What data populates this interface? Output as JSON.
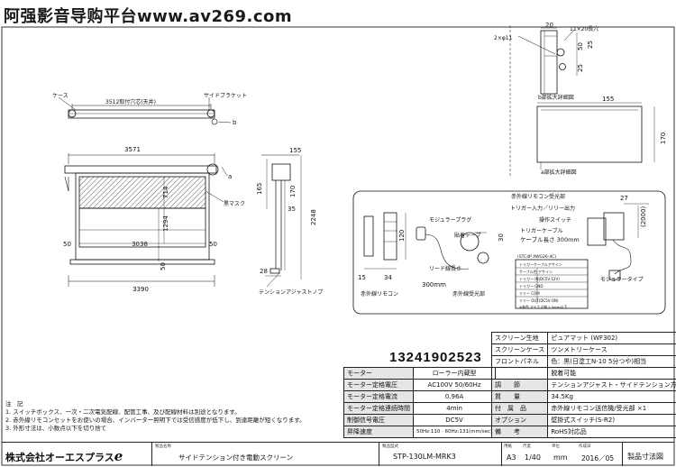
{
  "watermark": "阿强影音导购平台www.av269.com",
  "phone": "13241902523",
  "views": {
    "front": {
      "case_label": "ケース",
      "bracket_label": "サイドブラケット",
      "mount_dim": "3512取付穴芯(天井)",
      "label_a": "a",
      "label_b": "b",
      "width_total": "3571",
      "mask_label": "黒マスク",
      "dim_50_left": "50",
      "dim_50_right": "50",
      "dim_50_bottom": "50",
      "dim_3038": "3038",
      "dim_1294": "1294",
      "dim_714": "714",
      "dim_3390": "3390"
    },
    "side": {
      "dim_155": "155",
      "dim_165": "165",
      "dim_170": "170",
      "dim_35": "35",
      "dim_2248": "2248",
      "dim_28": "28",
      "tension_label": "テンションアジャストノブ"
    },
    "detail_b": {
      "dim_20": "20",
      "hole": "11×20長穴",
      "dia": "2×φ11",
      "dim_50": "50",
      "dim_25a": "25",
      "dim_25b": "25",
      "title": "b部拡大詳細図"
    },
    "detail_a": {
      "dim_155": "155",
      "dim_170": "170",
      "title": "a部拡大詳細図"
    },
    "remote": {
      "receiver_label": "赤外線リモコン受光部",
      "trigger_out": "トリガー入力／リリー出力",
      "operation_switch": "操作スイッチ",
      "trigger_cable": "トリガーケーブル",
      "cable_length": "ケーブル長さ 300mm",
      "dim_27": "27",
      "dim_2000": "(2000)",
      "modular_plug": "モジュラープラグ",
      "tape": "貼着テープ",
      "lead_length": "リード線長さ",
      "lead_mm": "300mm",
      "dim_120": "120",
      "dim_30": "30",
      "dim_15": "15",
      "dim_34": "34",
      "remote_label": "赤外線リモコン",
      "receiver_label2": "赤外線受光部",
      "modular_type": "モジュラータイプ",
      "awg": "(STC4P AWG26-4C)",
      "cable_table_title": "トリガーケーブルアサイン",
      "cable_rows": [
        "ケーブル色  アサイン",
        "トリガー IN(DC5V-12V)",
        "トリガー GND",
        "リリー COM",
        "リリー OUT(DC5V-ON)"
      ],
      "cable_note": "※各色 マイナス線 2.5mm以下"
    }
  },
  "spec_left": {
    "header_key": "モーター",
    "header_val": "ローラー内蔵型",
    "rows": [
      {
        "key": "モーター定格電圧",
        "val": "AC100V 50/60Hz"
      },
      {
        "key": "モーター定格電流",
        "val": "0.96A"
      },
      {
        "key": "モーター定格連続時間",
        "val": "4min"
      },
      {
        "key": "制御信号電圧",
        "val": "DC5V"
      },
      {
        "key": "昇降速度",
        "val": "50Hz:110 · 60Hz:131(mm/sec)"
      }
    ]
  },
  "spec_right": {
    "rows": [
      {
        "key": "スクリーン生地",
        "val": "ピュアマット (WF302)"
      },
      {
        "key": "スクリーンケース",
        "val": "ツンメトリーケース"
      },
      {
        "key": "フロントパネル",
        "val": "色：黒(日塗工N-10 5分つや)相当"
      },
      {
        "key": "",
        "val": "脱着可能"
      },
      {
        "key": "調　　節",
        "val": "テンションアジャスト・サイドテンション方式"
      },
      {
        "key": "質　　量",
        "val": "34.5Kg"
      },
      {
        "key": "付　属　品",
        "val": "赤外線リモコン送信機/受光部 ×1"
      },
      {
        "key": "オプション",
        "val": "壁掛式スイッチ(S-R2)"
      },
      {
        "key": "備　　考",
        "val": "RoHS対応品"
      }
    ]
  },
  "notes": {
    "title": "注　記",
    "lines": [
      "1. スイッチボックス、一次・二次電気配線、配管工事、及び配線材料は別途となります。",
      "2. 赤外線リモコンセットをお使いの場合、インバーター照明下では受信感度が低下し、到達距離が短くなります。",
      "3. 外形寸法は、小数点以下を切り捨て"
    ]
  },
  "title_block": {
    "company": "株式会社オーエスプラス",
    "company_logo": "e",
    "name_label": "製品名称",
    "name": "サイドテンション付き電動スクリーン",
    "model_label": "製品型式",
    "model": "STP-130LM-MRK3",
    "size_label": "用紙",
    "size": "A3",
    "scale_label": "尺度",
    "scale": "1/40",
    "unit_label": "単位",
    "unit": "mm",
    "date_label": "作成日",
    "date": "2016／05",
    "doc": "製品寸法図"
  }
}
